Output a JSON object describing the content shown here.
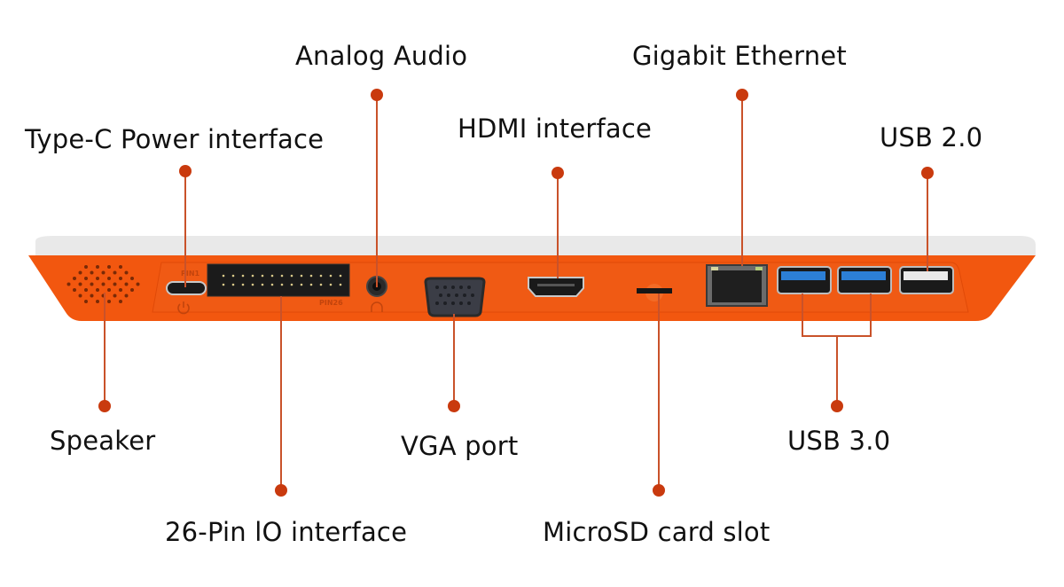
{
  "title": "Device port layout diagram",
  "colors": {
    "case_orange": "#f2570f",
    "case_top_white": "#ececec",
    "callout_red": "#c93a0e",
    "usb3_blue": "#2c7fd6",
    "text": "#111111"
  },
  "device": {
    "silkscreen": {
      "pin1": "PIN1",
      "pin26": "PIN26"
    },
    "icons": [
      "power-icon",
      "headphone-icon"
    ]
  },
  "callouts": {
    "type_c_power": "Type-C Power interface",
    "analog_audio": "Analog Audio",
    "hdmi": "HDMI interface",
    "ethernet": "Gigabit Ethernet",
    "usb2": "USB 2.0",
    "speaker": "Speaker",
    "io_26pin": "26-Pin lO interface",
    "vga": "VGA port",
    "microsd": "MicroSD card slot",
    "usb3": "USB 3.0"
  }
}
